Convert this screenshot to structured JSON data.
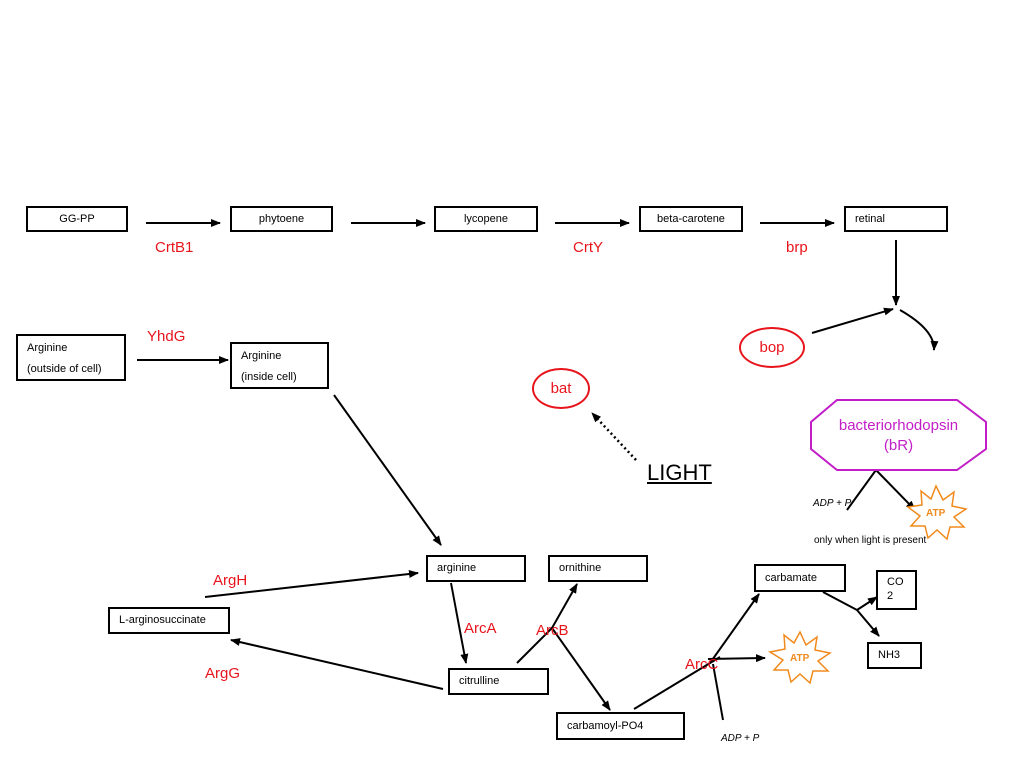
{
  "nodes": {
    "ggpp": "GG-PP",
    "phytoene": "phytoene",
    "lycopene": "lycopene",
    "beta_carotene": "beta-carotene",
    "retinal": "retinal",
    "arginine_outside": [
      "Arginine",
      "(outside of cell)"
    ],
    "arginine_inside": [
      "Arginine",
      "(inside cell)"
    ],
    "arginine": "arginine",
    "ornithine": "ornithine",
    "l_arginosuccinate": "L-arginosuccinate",
    "citrulline": "citrulline",
    "carbamoyl_po4": "carbamoyl-PO4",
    "carbamate": "carbamate",
    "co2": [
      "CO",
      "2"
    ],
    "nh3": "NH3",
    "bacteriorhodopsin": [
      "bacteriorhodopsin",
      "(bR)"
    ]
  },
  "enzymes": {
    "crtb1": "CrtB1",
    "crty": "CrtY",
    "brp": "brp",
    "yhdg": "YhdG",
    "argh": "ArgH",
    "argg": "ArgG",
    "arca": "ArcA",
    "arcb": "ArcB",
    "arcc": "ArcC"
  },
  "genes": {
    "bop": "bop",
    "bat": "bat"
  },
  "labels": {
    "light": "LIGHT",
    "adp_p_top": "ADP + P",
    "adp_p_bottom": "ADP + P",
    "only_when_light": "only when light is present",
    "atp_top": "ATP",
    "atp_bottom": "ATP"
  },
  "colors": {
    "enzyme": "#e8141c",
    "bacteriorhodopsin": "#c21ec8",
    "atp": "#f08a1c"
  }
}
